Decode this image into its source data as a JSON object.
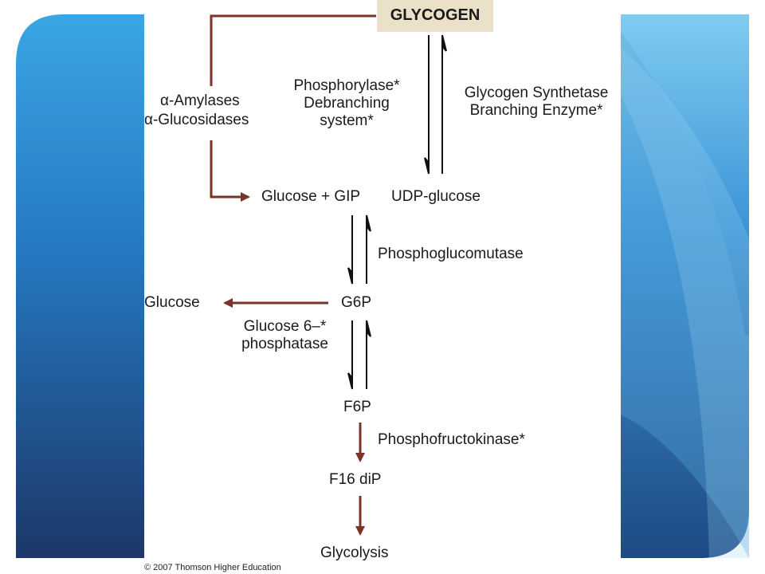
{
  "colors": {
    "accent_arrow": "#7b3328",
    "reversible_arrow": "#111111",
    "header_box": "#ebe1c8",
    "frame_blue_light": "#6ec3f0",
    "frame_blue_dark": "#1c3c70"
  },
  "nodes": {
    "glycogen": "GLYCOGEN",
    "glucose_gip": "Glucose + GIP",
    "udp_glucose": "UDP-glucose",
    "g6p": "G6P",
    "glucose": "Glucose",
    "f6p": "F6P",
    "f16dip": "F16 diP",
    "glycolysis": "Glycolysis"
  },
  "enzymes": {
    "amylases": [
      "α-Amylases",
      "α-Glucosidases"
    ],
    "phosphorylase": "Phosphorylase*\nDebranching\nsystem*",
    "synthetase": "Glycogen Synthetase\nBranching Enzyme*",
    "phosphoglucomutase": "Phosphoglucomutase",
    "glucose6phosphatase": "Glucose 6–*\nphosphatase",
    "phosphofructokinase": "Phosphofructokinase*"
  },
  "copyright": "© 2007 Thomson Higher Education"
}
